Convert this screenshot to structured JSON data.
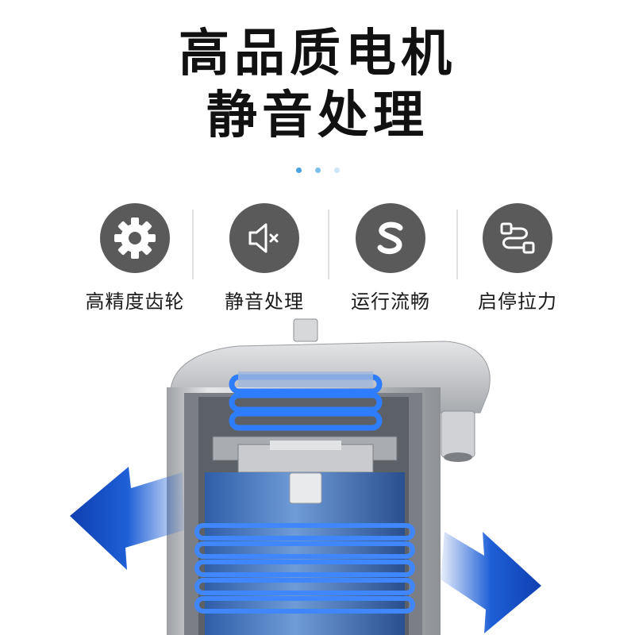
{
  "headline": {
    "line1": "高品质电机",
    "line2": "静音处理"
  },
  "pager": {
    "dot_colors": [
      "#4aa3e0",
      "#7cc0ec",
      "#cfe6f6"
    ]
  },
  "features": [
    {
      "label": "高精度齿轮",
      "icon": "gear-icon"
    },
    {
      "label": "静音处理",
      "icon": "mute-speaker-icon"
    },
    {
      "label": "运行流畅",
      "icon": "letter-s-icon"
    },
    {
      "label": "启停拉力",
      "icon": "cable-connector-icon"
    }
  ],
  "colors": {
    "icon_circle": "#5a5a5a",
    "accent_blue": "#1e5fd6",
    "housing_gray": "#c7c9cc"
  }
}
